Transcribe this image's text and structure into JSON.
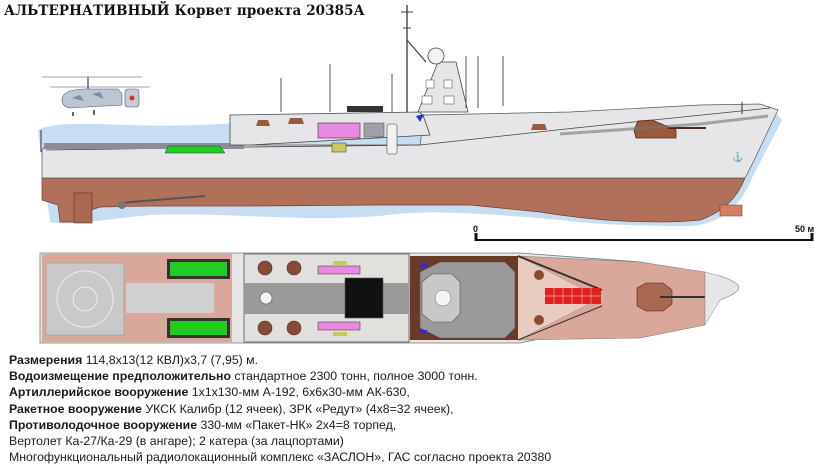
{
  "title": "АЛЬТЕРНАТИВНЫЙ Корвет проекта 20385А",
  "scale": {
    "start_label": "0",
    "end_label": "50 м"
  },
  "drawings": {
    "side_view": "Side profile of corvette with Ka-27 helicopter above stern",
    "top_view": "Plan (deck) view of corvette"
  },
  "colors": {
    "hull_below_waterline": "#B0705A",
    "superstructure": "#E6E6E8",
    "water": "#C7DDF2",
    "deck_plan_red": "#D9A89A",
    "vls_green": "#22CC22",
    "vls_red": "#E02020",
    "pink_boats": "#E88AE0",
    "olive_box": "#C8C860",
    "gun_brown": "#9A5A3E"
  },
  "specs": [
    {
      "label": "Размерения",
      "value": " 114,8х13(12 КВЛ)х3,7 (7,95) м."
    },
    {
      "label": "Водоизмещение предположительно",
      "value": " стандартное 2300 тонн, полное 3000 тонн."
    },
    {
      "label": "Артиллерийское вооружение",
      "value": " 1х1х130-мм А-192, 6х6х30-мм АК-630,"
    },
    {
      "label": "Ракетное вооружение",
      "value": "  УКСК Калибр (12 ячеек), ЗРК «Редут» (4х8=32 ячеек),"
    },
    {
      "label": "Противолодочное вооружение",
      "value": " 330-мм «Пакет-НК» 2х4=8 торпед,"
    },
    {
      "label": "",
      "value": "Вертолет Ка-27/Ка-29 (в ангаре); 2 катера  (за лацпортами)"
    },
    {
      "label": "",
      "value": "Многофункциональный радиолокационный комплекс «ЗАСЛОН», ГАС согласно проекта 20380"
    }
  ]
}
